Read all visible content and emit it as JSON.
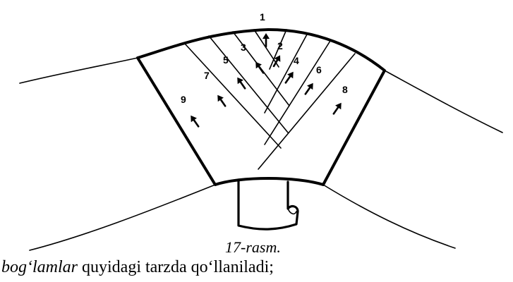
{
  "figure": {
    "numbers": [
      "1",
      "2",
      "3",
      "4",
      "5",
      "6",
      "7",
      "8",
      "9"
    ],
    "caption": "17-rasm."
  },
  "text": {
    "italic_part": "bog‘lamlar",
    "regular_part": " quyidagi tarzda qo‘llaniladi;"
  }
}
